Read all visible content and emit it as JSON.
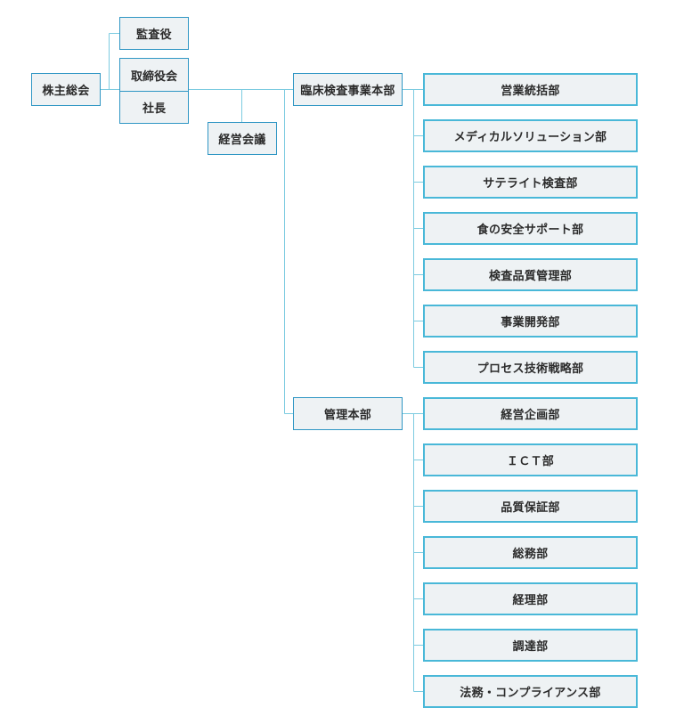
{
  "colors": {
    "border": "#2f96c4",
    "dept_border": "#49b8d8",
    "box_fill": "#eef2f4",
    "line": "#7ccbe0",
    "text": "#2b2b2b"
  },
  "org": {
    "shareholders_meeting": "株主総会",
    "auditor": "監査役",
    "board": "取締役会",
    "president": "社長",
    "management_meeting": "経営会議",
    "divisions": [
      {
        "name": "臨床検査事業本部",
        "departments": [
          "営業統括部",
          "メディカルソリューション部",
          "サテライト検査部",
          "食の安全サポート部",
          "検査品質管理部",
          "事業開発部",
          "プロセス技術戦略部"
        ]
      },
      {
        "name": "管理本部",
        "departments": [
          "経営企画部",
          "ＩＣＴ部",
          "品質保証部",
          "総務部",
          "経理部",
          "調達部",
          "法務・コンプライアンス部"
        ]
      }
    ]
  }
}
